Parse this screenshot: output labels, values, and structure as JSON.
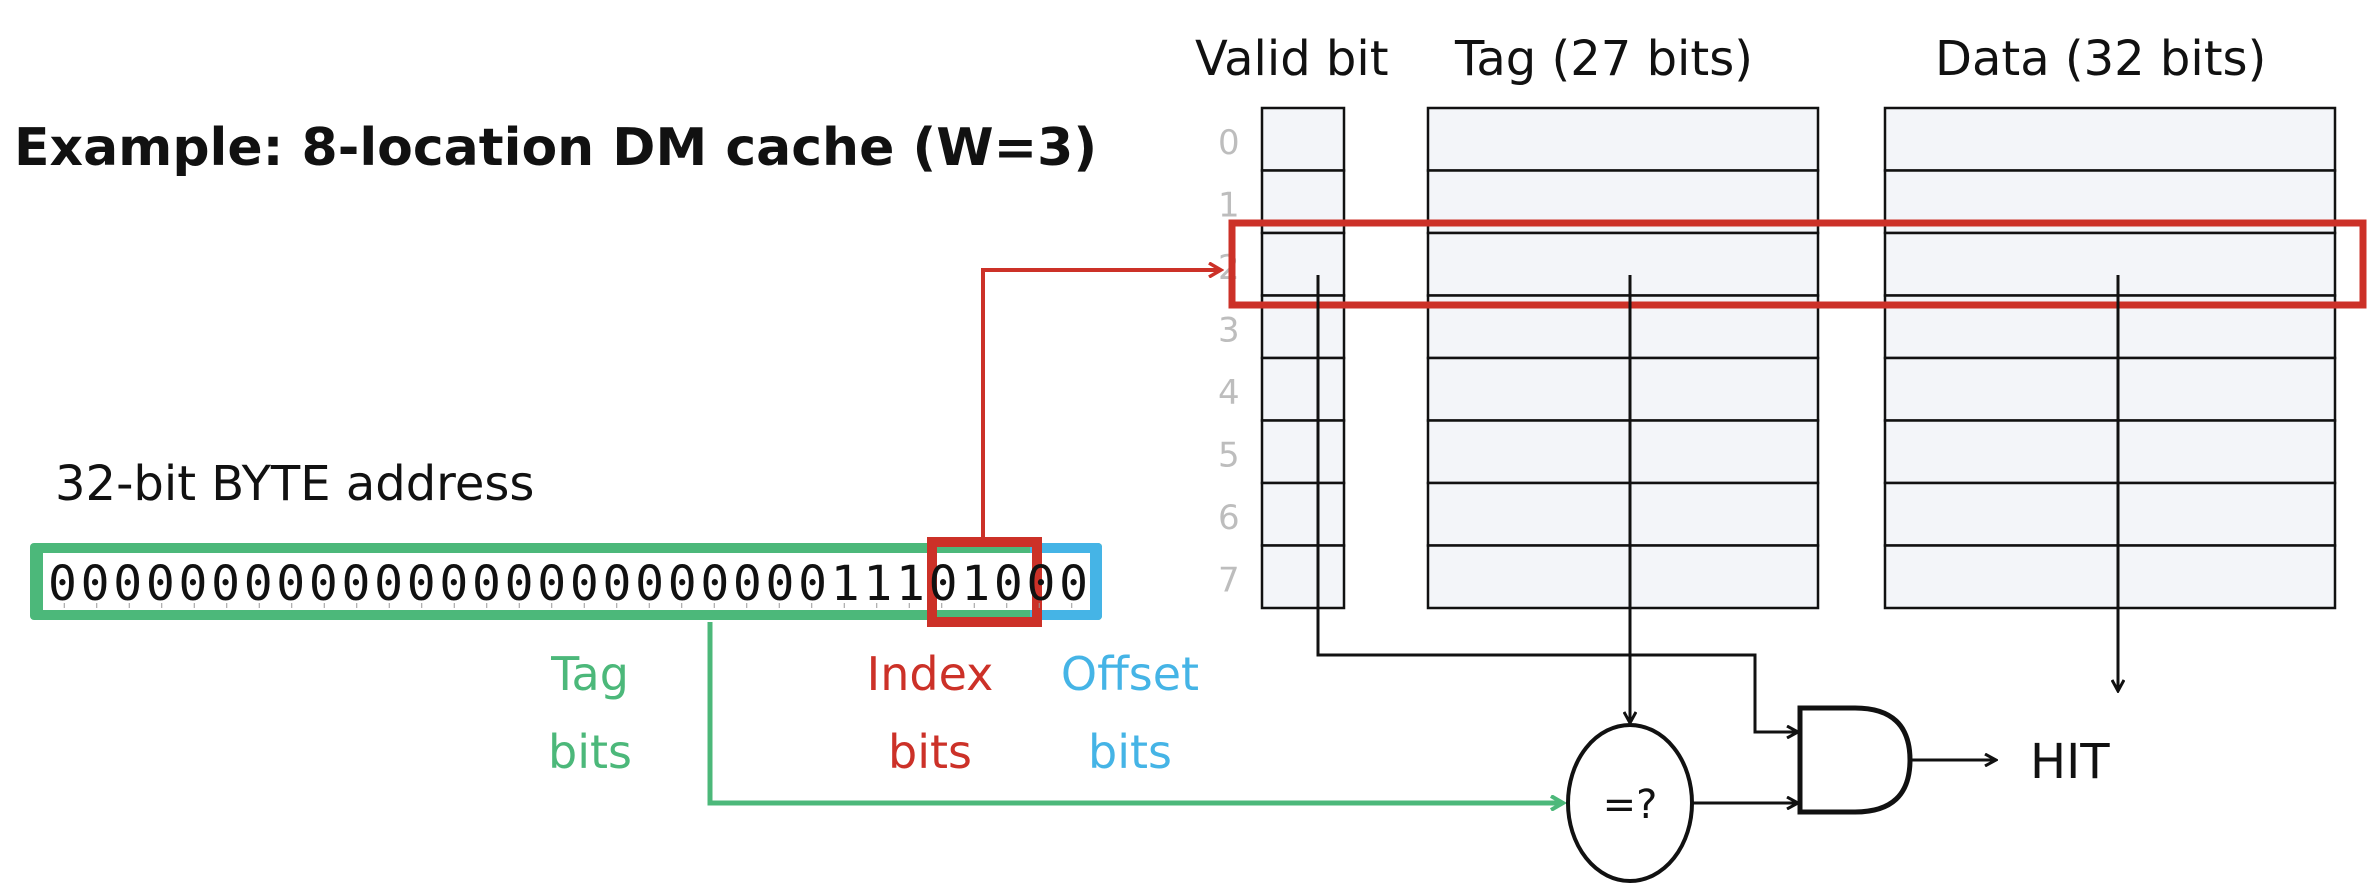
{
  "title": "Example: 8-location DM cache (W=3)",
  "cache": {
    "columns": [
      {
        "id": "valid",
        "label": "Valid bit"
      },
      {
        "id": "tag",
        "label": "Tag (27 bits)"
      },
      {
        "id": "data",
        "label": "Data (32 bits)"
      }
    ],
    "rows": [
      "0",
      "1",
      "2",
      "3",
      "4",
      "5",
      "6",
      "7"
    ],
    "highlighted_row": 2
  },
  "address": {
    "label": "32-bit BYTE address",
    "tag_bits": "000000000000000000000000111",
    "index_bits": "010",
    "offset_bits": "00"
  },
  "field_labels": {
    "tag": {
      "line1": "Tag",
      "line2": "bits"
    },
    "index": {
      "line1": "Index",
      "line2": "bits"
    },
    "offset": {
      "line1": "Offset",
      "line2": "bits"
    }
  },
  "comparator_label": "=?",
  "output_label": "HIT",
  "colors": {
    "tag": "#4cb87a",
    "index": "#cc3128",
    "offset": "#45b4e6",
    "cell_fill": "#f3f5f9",
    "row_number": "#bdbdbd"
  }
}
